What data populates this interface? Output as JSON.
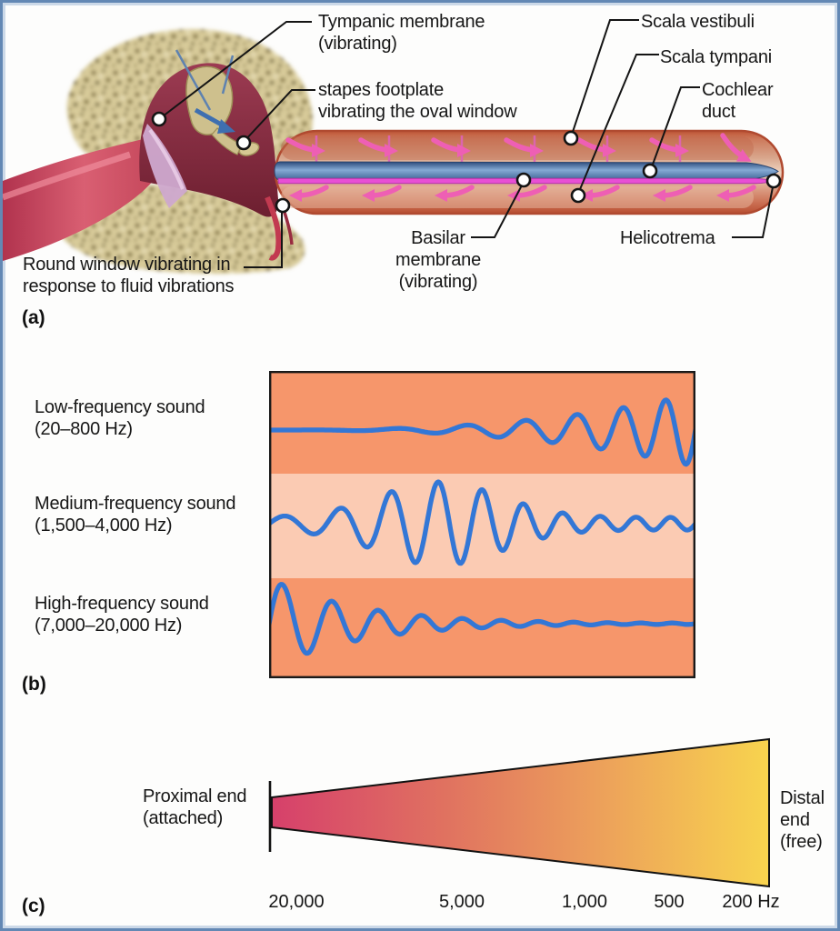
{
  "figure": {
    "subject": "Cochlea uncoiled: sound transmission and basilar membrane frequency map"
  },
  "colors": {
    "frame_border": "#6388b4",
    "band_dark": "#f6966b",
    "band_light": "#fbcbb3",
    "wave_blue": "#3377d6",
    "arrow_pink": "#ee5fb4",
    "duct_blue": "#5d85b8",
    "basilar_magenta": "#e84fd5",
    "bone_tan": "#d8cb9a",
    "canal_red": "#c13a54",
    "wedge_stops": [
      "#d6406b",
      "#e07260",
      "#ec9f5b",
      "#f8d44e"
    ]
  },
  "panel_a": {
    "tag": "(a)",
    "labels": {
      "tympanic_membrane": "Tympanic membrane\n(vibrating)",
      "stapes_footplate": "stapes footplate\nvibrating the oval window",
      "scala_vestibuli": "Scala vestibuli",
      "scala_tympani": "Scala tympani",
      "cochlear_duct": "Cochlear\nduct",
      "basilar_membrane": "Basilar\nmembrane\n(vibrating)",
      "helicotrema": "Helicotrema",
      "round_window": "Round window vibrating in\nresponse to fluid vibrations"
    }
  },
  "panel_b": {
    "tag": "(b)",
    "rows": [
      {
        "label": "Low-frequency sound",
        "range": "(20–800 Hz)",
        "wave": {
          "env": "rise",
          "amp": 40,
          "f0": 3,
          "f1": 11
        }
      },
      {
        "label": "Medium-frequency sound",
        "range": "(1,500–4,000 Hz)",
        "wave": {
          "env": "mid",
          "amp": 46,
          "base": 7,
          "peak": 0.4,
          "sigma": 0.2,
          "f0": 7,
          "f1": 13
        }
      },
      {
        "label": "High-frequency sound",
        "range": "(7,000–20,000 Hz)",
        "wave": {
          "env": "decay",
          "amp": 50,
          "sigma": 0.21,
          "f0": 8,
          "f1": 14
        }
      }
    ]
  },
  "panel_c": {
    "tag": "(c)",
    "proximal_label": "Proximal end\n(attached)",
    "distal_label": "Distal\nend\n(free)",
    "axis_ticks": [
      "20,000",
      "5,000",
      "1,000",
      "500",
      "200 Hz"
    ]
  }
}
